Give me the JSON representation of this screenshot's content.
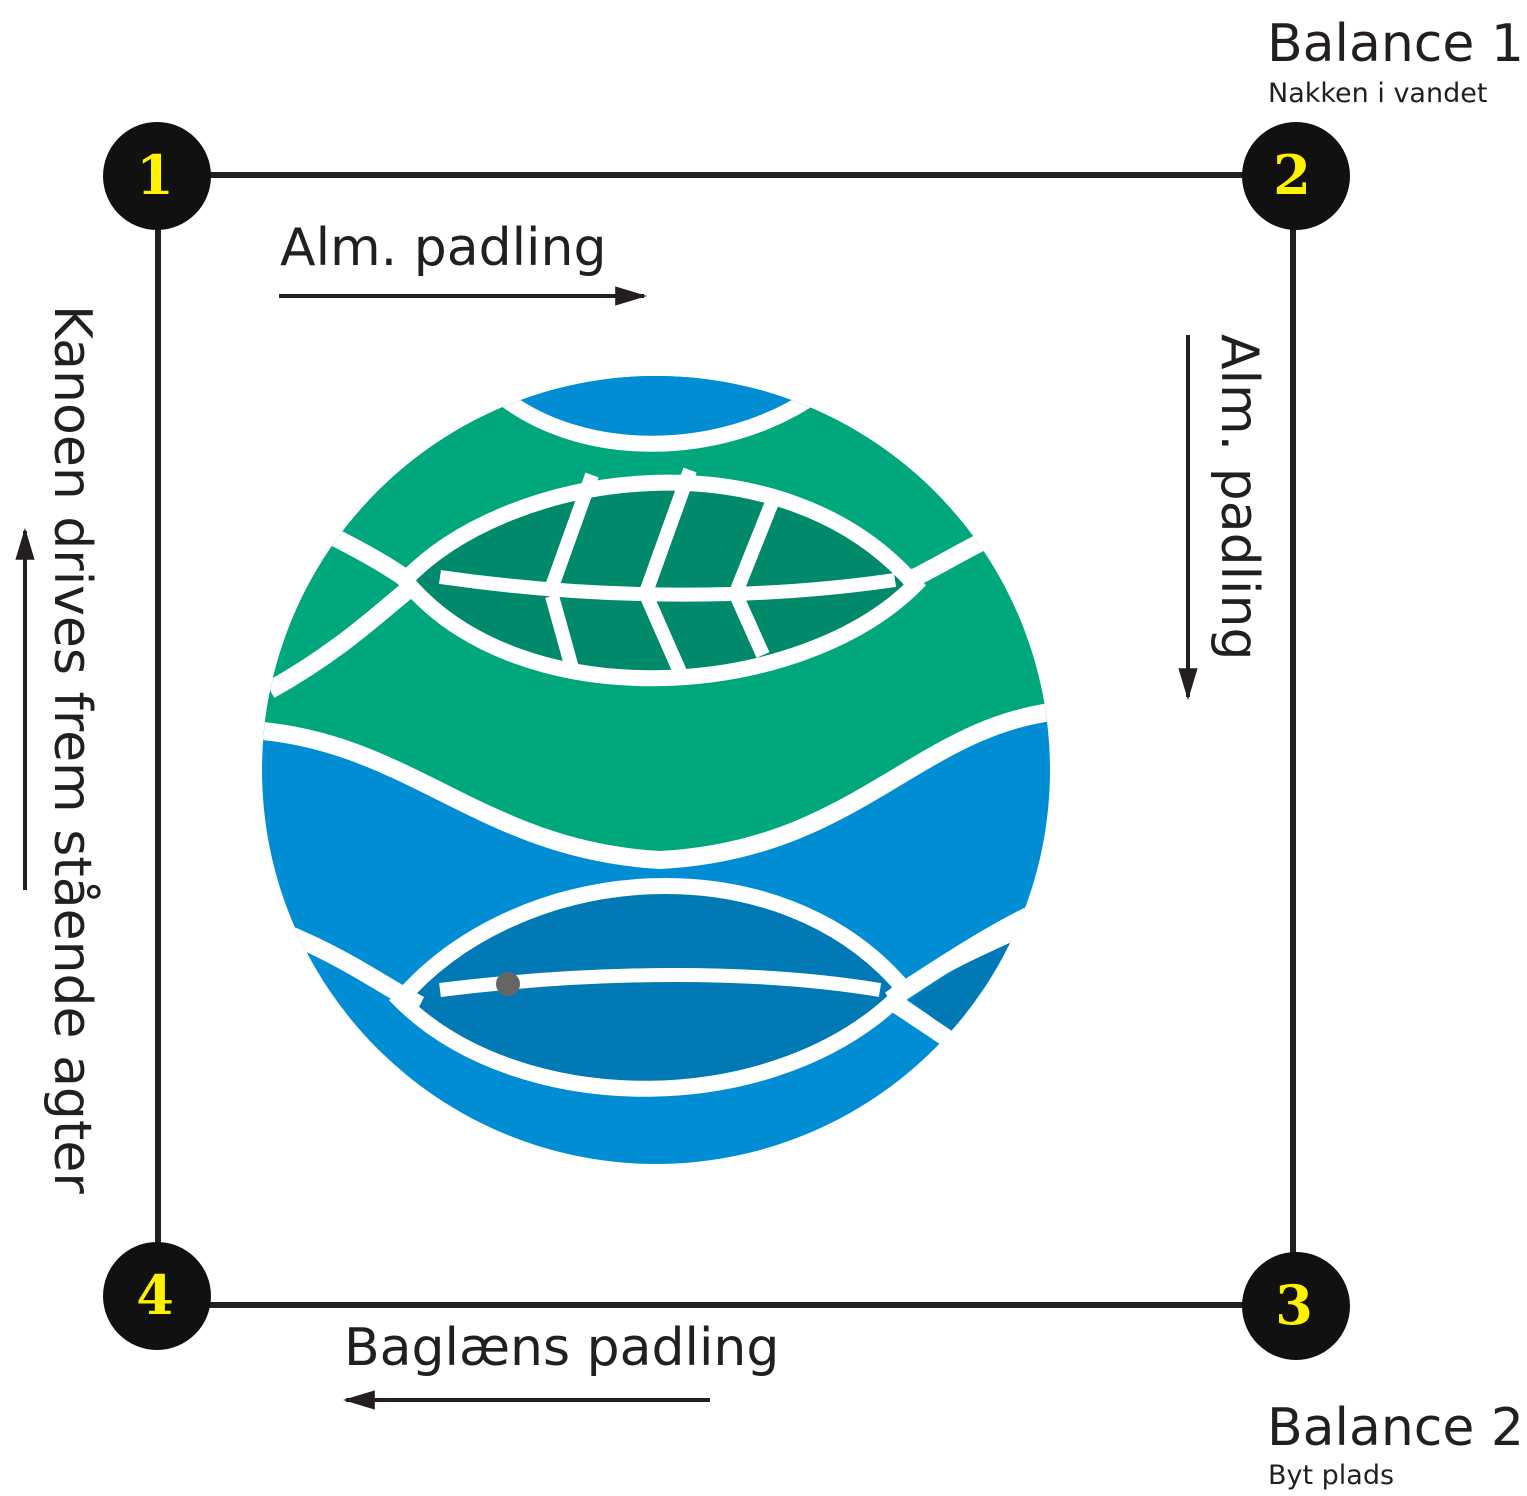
{
  "corners": [
    {
      "number": "1"
    },
    {
      "number": "2"
    },
    {
      "number": "3"
    },
    {
      "number": "4"
    }
  ],
  "balance_top": {
    "title": "Balance 1",
    "subtitle": "Nakken i vandet"
  },
  "balance_bottom": {
    "title": "Balance 2",
    "subtitle": "Byt plads"
  },
  "edges": {
    "top": "Alm. padling",
    "right": "Alm. padling",
    "bottom": "Baglæns padling",
    "left": "Kanoen drives frem stående agter"
  },
  "colors": {
    "line": "#231f20",
    "node_fill": "#111111",
    "number": "#fff200",
    "green": "#00a77d",
    "green_dark": "#00896a",
    "blue": "#008dd3",
    "blue_dark": "#0079b4",
    "dot": "#666666"
  },
  "icons": {
    "center": "globe-leaf-water-logo"
  }
}
